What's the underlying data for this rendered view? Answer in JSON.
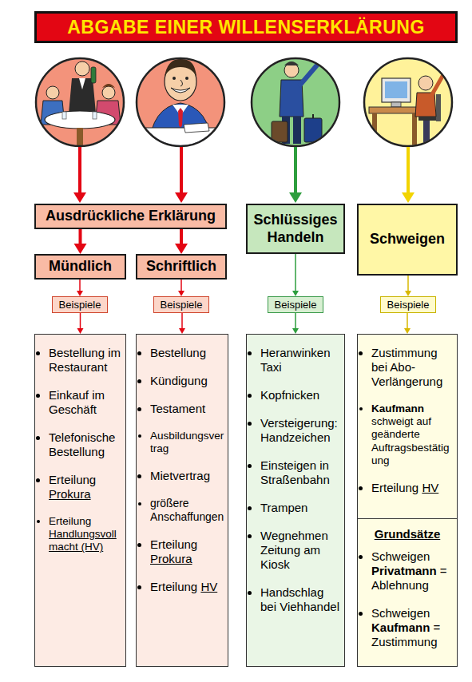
{
  "diagram": {
    "title": "ABGABE EINER WILLENSERKLÄRUNG",
    "nodes": [
      {
        "text": [
          "Ausdrückliche Erklärung"
        ]
      },
      {
        "text": [
          "Schlüssiges Handeln"
        ]
      },
      {
        "text": [
          "Schweigen"
        ]
      },
      {
        "text": [
          "Mündlich"
        ]
      },
      {
        "text": [
          "Schriftlich"
        ]
      },
      {
        "text": [
          "Beispiele"
        ]
      },
      {
        "text": [
          "Beispiele"
        ]
      },
      {
        "text": [
          "Beispiele"
        ]
      },
      {
        "text": [
          "Beispiele"
        ]
      },
      {
        "text": [
          "Bestellung im Restaurant",
          "Einkauf im Geschäft",
          "Telefonische Bestellung",
          "Erteilung Prokura",
          "Erteilung Handlungsvollmacht (HV)"
        ]
      },
      {
        "text": [
          "Bestellung",
          "Kündigung",
          "Testament",
          "Ausbildungsvertrag",
          "Mietvertrag",
          "größere Anschaffungen",
          "Erteilung Prokura",
          "Erteilung HV"
        ]
      },
      {
        "text": [
          "Heranwinken Taxi",
          "Kopfnicken",
          "Versteigerung: Handzeichen",
          "Einsteigen in Straßenbahn",
          "Trampen",
          "Wegnehmen Zeitung am Kiosk",
          "Handschlag bei Viehhandel"
        ]
      },
      {
        "text": [
          "Zustimmung bei Abo-Verlängerung",
          "Kaufmann schweigt auf geänderte Auftragsbestätigung",
          "Erteilung HV"
        ]
      },
      {
        "text": [
          "Grundsätze",
          "Schweigen Privatmann = Ablehnung",
          "Schweigen Kaufmann = Zustimmung"
        ],
        "in": 12
      }
    ],
    "edges": [
      {
        "from": 0,
        "to": 3,
        "arrow": "to"
      },
      {
        "from": 0,
        "to": 4,
        "arrow": "to"
      },
      {
        "from": 3,
        "to": 5,
        "arrow": "to"
      },
      {
        "from": 4,
        "to": 6,
        "arrow": "to"
      },
      {
        "from": 1,
        "to": 7,
        "arrow": "to"
      },
      {
        "from": 2,
        "to": 8,
        "arrow": "to"
      },
      {
        "from": 5,
        "to": 9,
        "arrow": "to"
      },
      {
        "from": 6,
        "to": 10,
        "arrow": "to"
      },
      {
        "from": 7,
        "to": 11,
        "arrow": "to"
      },
      {
        "from": 8,
        "to": 12,
        "arrow": "to"
      }
    ]
  }
}
